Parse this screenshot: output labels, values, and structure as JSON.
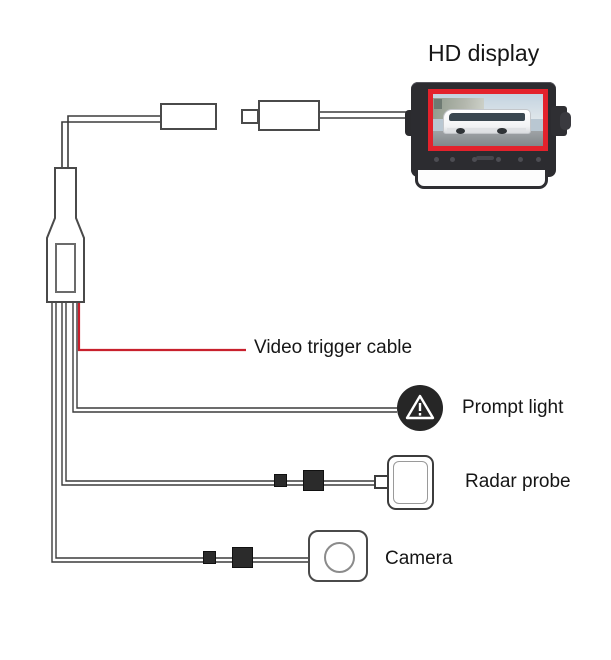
{
  "diagram": {
    "title": "Vehicle HD display wiring diagram",
    "background_color": "#ffffff",
    "wire_color": "#3c3c3c",
    "trigger_wire_color": "#c8202d",
    "connector_color": "#2b2b2b",
    "screen_border_color": "#e3222c"
  },
  "labels": {
    "hd_display": "HD display",
    "video_trigger_cable": "Video trigger cable",
    "prompt_light": "Prompt light",
    "radar_probe": "Radar probe",
    "camera": "Camera"
  },
  "components": [
    {
      "id": "hd-display",
      "name": "HD display",
      "type": "monitor",
      "description": "Vehicle HD monitor showing a white bus on a road",
      "screen_border_color": "#e3222c",
      "button_count": 6
    },
    {
      "id": "junction-box",
      "name": "Junction box",
      "type": "cable-splitter",
      "description": "Bottle shaped cable splitter with four outgoing cables"
    },
    {
      "id": "prompt-light",
      "name": "Prompt light",
      "type": "indicator",
      "icon": "warning-triangle-icon",
      "body_color": "#262626"
    },
    {
      "id": "radar-probe",
      "name": "Radar probe",
      "type": "sensor"
    },
    {
      "id": "camera",
      "name": "Camera",
      "type": "camera"
    }
  ],
  "connectors": [
    {
      "id": "plug-female",
      "name": "Female connector plug"
    },
    {
      "id": "plug-male",
      "name": "Male connector plug"
    },
    {
      "id": "radar-conn-small",
      "name": "Radar inline connector small"
    },
    {
      "id": "radar-conn-large",
      "name": "Radar inline connector large"
    },
    {
      "id": "camera-conn-small",
      "name": "Camera inline connector small"
    },
    {
      "id": "camera-conn-large",
      "name": "Camera inline connector large"
    }
  ],
  "cables": [
    {
      "id": "cable-to-display",
      "name": "Display video cable",
      "color": "#3c3c3c"
    },
    {
      "id": "cable-video-trigger",
      "name": "Video trigger cable",
      "color": "#c8202d"
    },
    {
      "id": "cable-prompt-light",
      "name": "Prompt light cable",
      "color": "#3c3c3c"
    },
    {
      "id": "cable-radar-probe",
      "name": "Radar probe cable",
      "color": "#3c3c3c"
    },
    {
      "id": "cable-camera",
      "name": "Camera cable",
      "color": "#3c3c3c"
    }
  ]
}
